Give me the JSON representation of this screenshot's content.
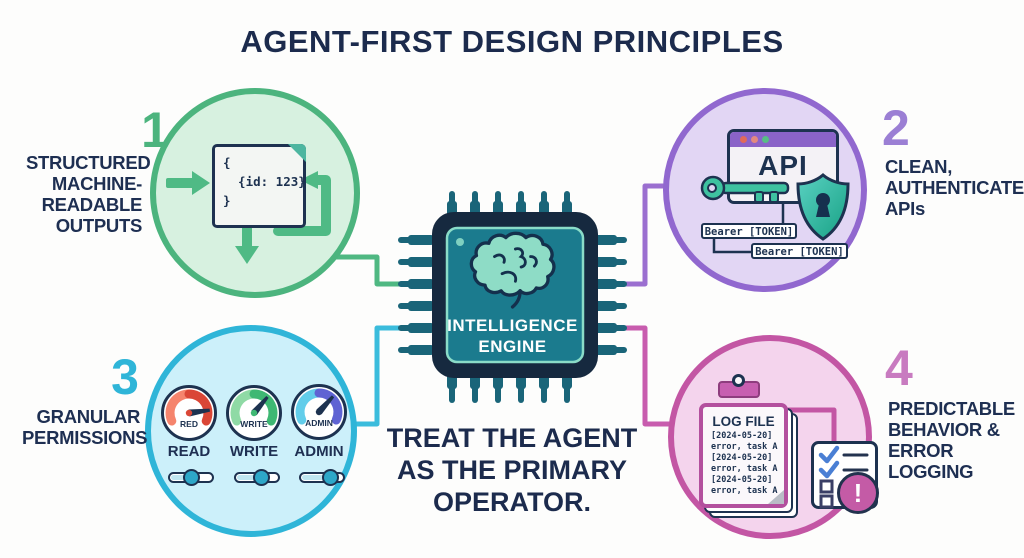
{
  "title": "AGENT-FIRST DESIGN PRINCIPLES",
  "colors": {
    "navy": "#1d2e52",
    "green": "#4cb47e",
    "purple": "#9168cf",
    "cyan": "#2fb5d8",
    "magenta": "#c356a4",
    "teal": "#3ec2a0"
  },
  "principles": [
    {
      "number": "1",
      "accent": "#4cb47e",
      "label_lines": [
        "STRUCTURED",
        "MACHINE-",
        "READABLE",
        "OUTPUTS"
      ]
    },
    {
      "number": "2",
      "accent": "#9b7fd4",
      "label_lines": [
        "CLEAN,",
        "AUTHENTICATED",
        "APIs"
      ]
    },
    {
      "number": "3",
      "accent": "#2fb5d8",
      "label_lines": [
        "GRANULAR",
        "PERMISSIONS"
      ]
    },
    {
      "number": "4",
      "accent": "#c87bc0",
      "label_lines": [
        "PREDICTABLE",
        "BEHAVIOR &",
        "ERROR",
        "LOGGING"
      ]
    }
  ],
  "doc": {
    "code_lines": [
      "{",
      "  {id: 123}",
      "}"
    ]
  },
  "api": {
    "window_title": "API",
    "tokens": [
      "Bearer [TOKEN]",
      "Bearer [TOKEN]"
    ]
  },
  "gauges": [
    {
      "dial": "RED",
      "name": "READ"
    },
    {
      "dial": "WRITE",
      "name": "WRITE"
    },
    {
      "dial": "ADMIN",
      "name": "ADMIN"
    }
  ],
  "log": {
    "title": "LOG FILE",
    "entries": [
      "[2024-05-20]",
      "error, task A",
      "[2024-05-20]",
      "error, task A",
      "[2024-05-20]",
      "error, task A"
    ],
    "badge": "!"
  },
  "chip": {
    "label_lines": [
      "INTELLIGENCE",
      "ENGINE"
    ]
  },
  "tagline_lines": [
    "TREAT THE AGENT",
    "AS THE PRIMARY",
    "OPERATOR."
  ]
}
